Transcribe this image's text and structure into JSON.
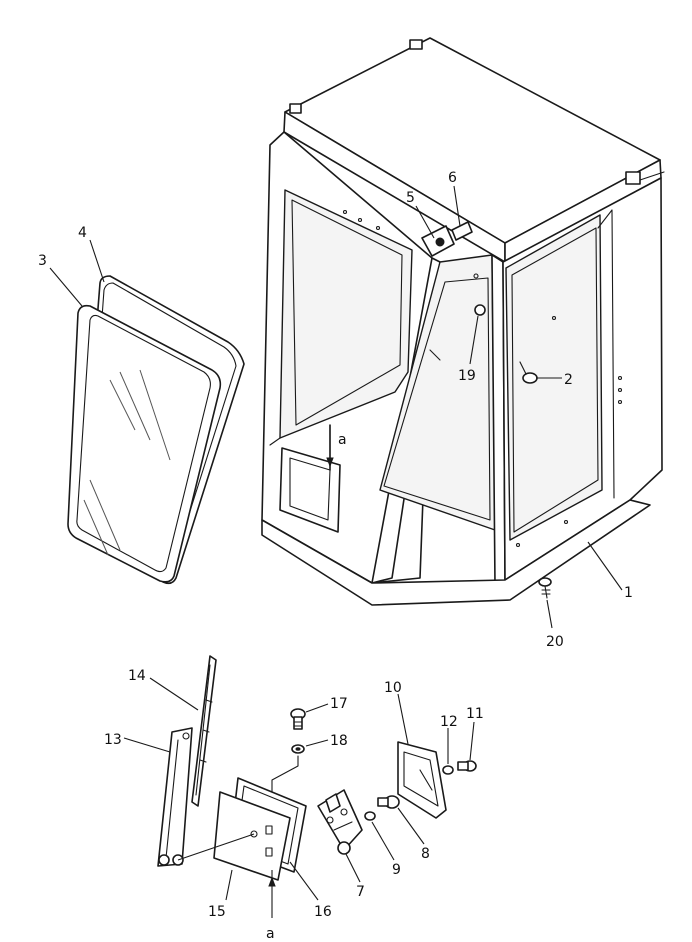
{
  "callouts": [
    {
      "id": "1",
      "label": "1"
    },
    {
      "id": "2",
      "label": "2"
    },
    {
      "id": "3",
      "label": "3"
    },
    {
      "id": "4",
      "label": "4"
    },
    {
      "id": "5",
      "label": "5"
    },
    {
      "id": "6",
      "label": "6"
    },
    {
      "id": "7",
      "label": "7"
    },
    {
      "id": "8",
      "label": "8"
    },
    {
      "id": "9",
      "label": "9"
    },
    {
      "id": "10",
      "label": "10"
    },
    {
      "id": "11",
      "label": "11"
    },
    {
      "id": "12",
      "label": "12"
    },
    {
      "id": "13",
      "label": "13"
    },
    {
      "id": "14",
      "label": "14"
    },
    {
      "id": "15",
      "label": "15"
    },
    {
      "id": "16",
      "label": "16"
    },
    {
      "id": "17",
      "label": "17"
    },
    {
      "id": "18",
      "label": "18"
    },
    {
      "id": "19",
      "label": "19"
    },
    {
      "id": "20",
      "label": "20"
    }
  ],
  "reference_marks": {
    "upper": "a",
    "lower": "a"
  }
}
